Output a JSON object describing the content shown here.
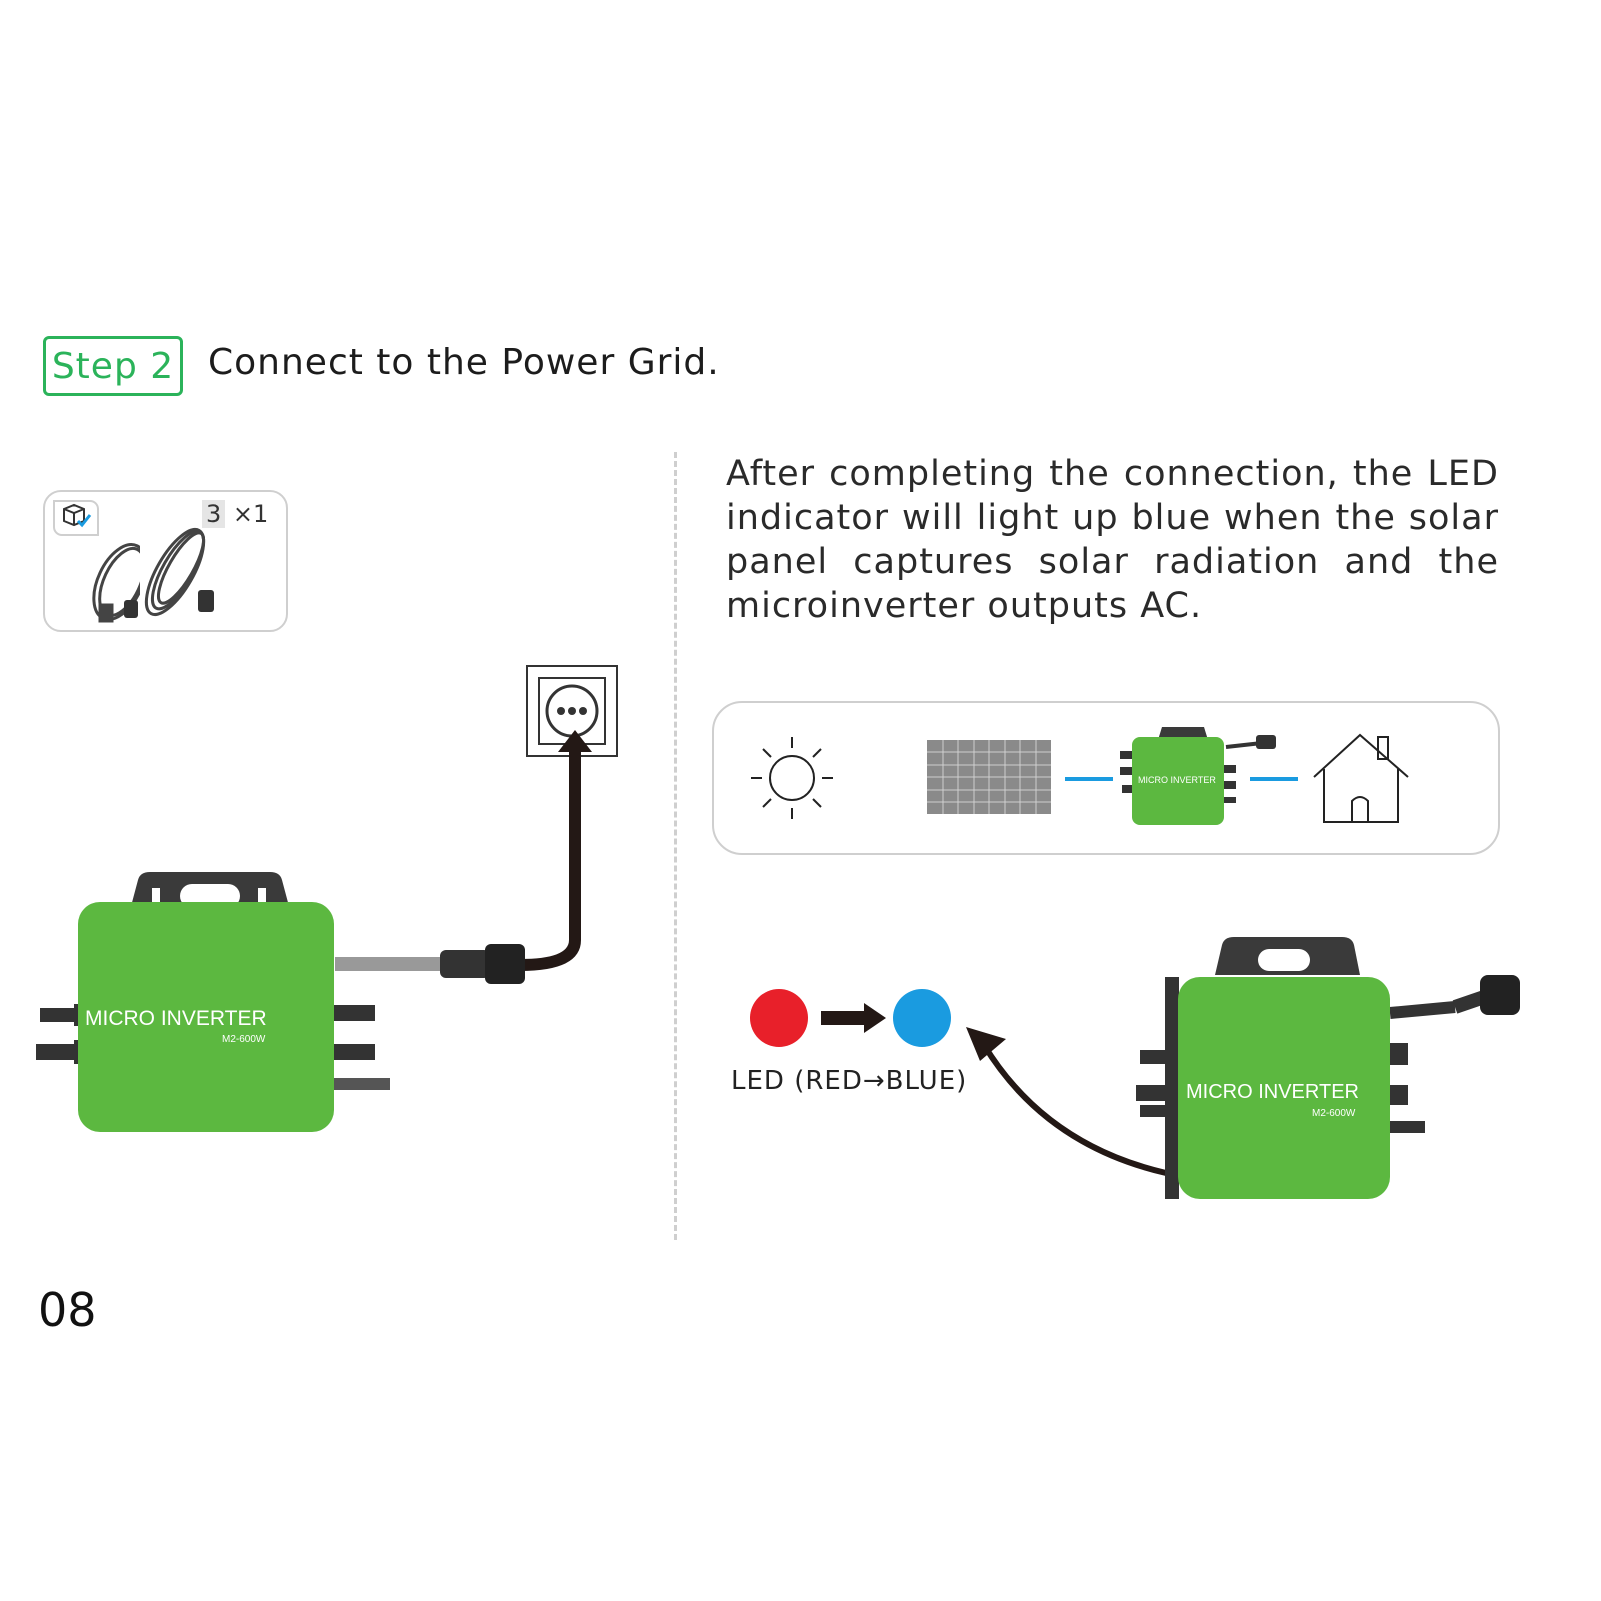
{
  "header": {
    "step_label": "Step 2",
    "title": "Connect to the Power Grid."
  },
  "package": {
    "qty_index": "3",
    "qty_mult": "×1"
  },
  "description": "After completing the connection, the LED indicator will light up blue when the solar panel captures solar radiation and the microinverter outputs AC.",
  "inverter": {
    "brand": "MICRO INVERTER",
    "model": "M2-600W"
  },
  "led": {
    "label": "LED (RED→BLUE)",
    "from_color": "#e8202a",
    "to_color": "#1a9be0"
  },
  "colors": {
    "accent": "#2bb35a",
    "inverter_green": "#5cb840",
    "link_blue": "#1a9be0"
  },
  "page_number": "08"
}
